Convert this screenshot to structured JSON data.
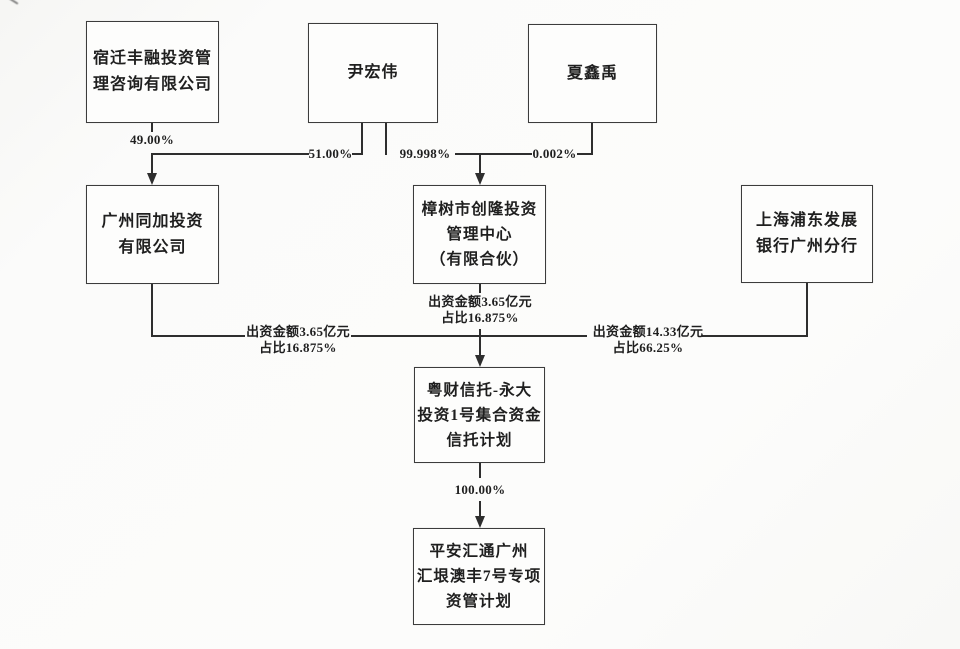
{
  "diagram": {
    "title": "ownership-structure-chart",
    "colors": {
      "line": "#2e2e2e",
      "box_border": "#3c3c3c",
      "box_fill": "#fdfdfc",
      "background": "#fafaf8",
      "text": "#1f1f1f"
    },
    "nodes": {
      "b1": {
        "label": "宿迁丰融投资管\n理咨询有限公司"
      },
      "b2": {
        "label": "尹宏伟"
      },
      "b3": {
        "label": "夏鑫禹"
      },
      "b4": {
        "label": "广州同加投资\n有限公司"
      },
      "b5": {
        "label": "樟树市创隆投资\n管理中心\n（有限合伙）"
      },
      "b6": {
        "label": "上海浦东发展\n银行广州分行"
      },
      "b7": {
        "label": "粤财信托-永大\n投资1号集合资金\n信托计划"
      },
      "b8": {
        "label": "平安汇通广州\n汇垠澳丰7号专项\n资管计划"
      }
    },
    "edge_labels": {
      "pct_49": "49.00%",
      "pct_51": "51.00%",
      "pct_99998": "99.998%",
      "pct_0002": "0.002%",
      "contrib_left": "出资金额3.65亿元\n占比16.875%",
      "contrib_mid": "出资金额3.65亿元\n占比16.875%",
      "contrib_right": "出资金额14.33亿元\n占比66.25%",
      "pct_100": "100.00%"
    }
  }
}
